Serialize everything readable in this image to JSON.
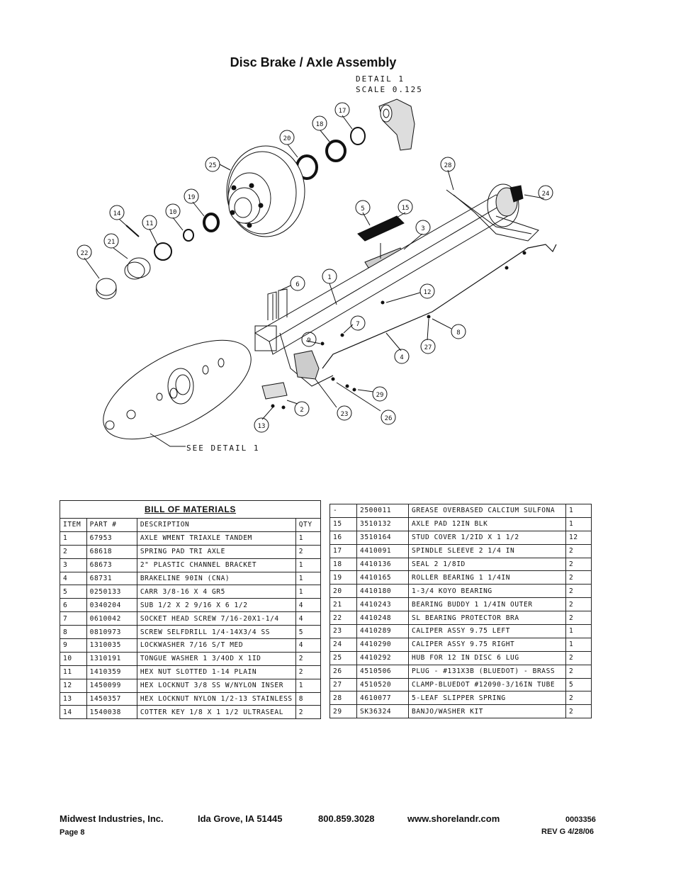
{
  "title": "Disc Brake / Axle Assembly",
  "detail": {
    "line1": "DETAIL  1",
    "line2": "SCALE  0.125",
    "see_detail": "SEE DETAIL  1"
  },
  "callouts": [
    "17",
    "18",
    "20",
    "25",
    "28",
    "24",
    "19",
    "10",
    "11",
    "14",
    "21",
    "22",
    "5",
    "15",
    "3",
    "1",
    "6",
    "12",
    "7",
    "9",
    "8",
    "27",
    "4",
    "29",
    "23",
    "26",
    "2",
    "13"
  ],
  "bom_title": "BILL OF MATERIALS",
  "bom_headers": [
    "ITEM",
    "PART #",
    "DESCRIPTION",
    "QTY"
  ],
  "bom_left": [
    [
      "1",
      "67953",
      "AXLE WMENT   TRIAXLE TANDEM",
      "1"
    ],
    [
      "2",
      "68618",
      "SPRING PAD   TRI AXLE",
      "2"
    ],
    [
      "3",
      "68673",
      "2\" PLASTIC CHANNEL BRACKET",
      "1"
    ],
    [
      "4",
      "68731",
      "BRAKELINE 90IN (CNA)",
      "1"
    ],
    [
      "5",
      "0250133",
      "CARR 3/8-16 X 4 GR5",
      "1"
    ],
    [
      "6",
      "0340204",
      "SUB 1/2 X 2 9/16 X 6 1/2",
      "4"
    ],
    [
      "7",
      "0610042",
      "SOCKET HEAD SCREW 7/16-20X1-1/4",
      "4"
    ],
    [
      "8",
      "0810973",
      "SCREW SELFDRILL  1/4-14X3/4 SS",
      "5"
    ],
    [
      "9",
      "1310035",
      "LOCKWASHER 7/16 S/T MED",
      "4"
    ],
    [
      "10",
      "1310191",
      "TONGUE WASHER 1 3/4OD X 1ID",
      "2"
    ],
    [
      "11",
      "1410359",
      "HEX NUT SLOTTED 1-14 PLAIN",
      "2"
    ],
    [
      "12",
      "1450099",
      "HEX LOCKNUT 3/8 SS W/NYLON INSER",
      "1"
    ],
    [
      "13",
      "1450357",
      "HEX LOCKNUT NYLON 1/2-13 STAINLESS",
      "8"
    ],
    [
      "14",
      "1540038",
      "COTTER KEY 1/8 X 1 1/2 ULTRASEAL",
      "2"
    ]
  ],
  "bom_right": [
    [
      "-",
      "2500011",
      "GREASE OVERBASED CALCIUM SULFONA",
      "1"
    ],
    [
      "15",
      "3510132",
      "AXLE PAD 12IN  BLK",
      "1"
    ],
    [
      "16",
      "3510164",
      "STUD COVER 1/2ID X 1 1/2",
      "12"
    ],
    [
      "17",
      "4410091",
      "SPINDLE SLEEVE 2 1/4 IN",
      "2"
    ],
    [
      "18",
      "4410136",
      "SEAL  2 1/8ID",
      "2"
    ],
    [
      "19",
      "4410165",
      "ROLLER BEARING  1 1/4IN",
      "2"
    ],
    [
      "20",
      "4410180",
      "1-3/4 KOYO BEARING",
      "2"
    ],
    [
      "21",
      "4410243",
      "BEARING BUDDY  1 1/4IN OUTER",
      "2"
    ],
    [
      "22",
      "4410248",
      "SL BEARING PROTECTOR BRA",
      "2"
    ],
    [
      "23",
      "4410289",
      "CALIPER ASSY 9.75 LEFT",
      "1"
    ],
    [
      "24",
      "4410290",
      "CALIPER ASSY 9.75 RIGHT",
      "1"
    ],
    [
      "25",
      "4410292",
      "HUB FOR 12 IN DISC 6 LUG",
      "2"
    ],
    [
      "26",
      "4510506",
      "PLUG - #131X3B (BLUEDOT) - BRASS",
      "2"
    ],
    [
      "27",
      "4510520",
      "CLAMP-BLUEDOT #12090-3/16IN TUBE",
      "5"
    ],
    [
      "28",
      "4610077",
      "5-LEAF SLIPPER SPRING",
      "2"
    ],
    [
      "29",
      "SK36324",
      "BANJO/WASHER  KIT",
      "2"
    ]
  ],
  "footer": {
    "company": "Midwest Industries, Inc.",
    "city": "Ida Grove, IA  51445",
    "phone": "800.859.3028",
    "website": "www.shorelandr.com",
    "doc_number": "0003356",
    "page": "Page 8",
    "revision": "REV G  4/28/06"
  }
}
